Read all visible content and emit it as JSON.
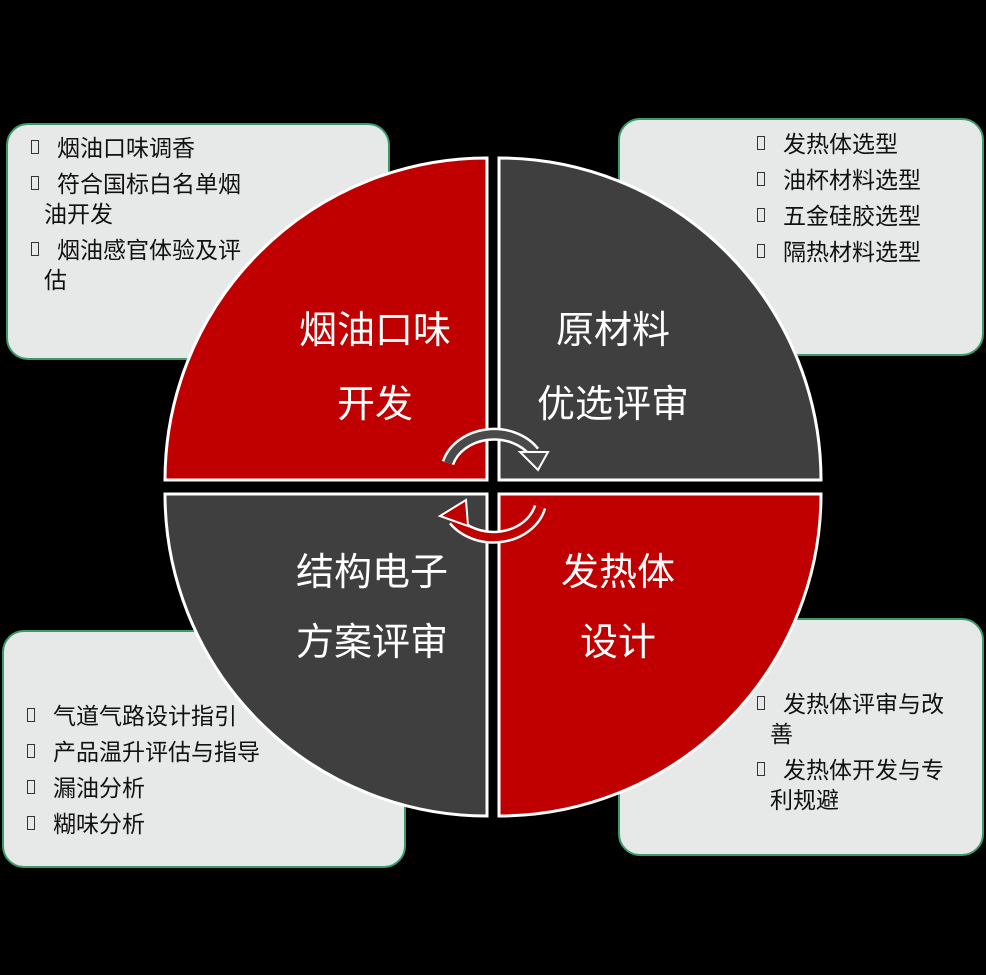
{
  "quadrants": {
    "top_left": {
      "line1": "烟油口味",
      "line2": "开发",
      "color": "#c00000"
    },
    "top_right": {
      "line1": "原材料",
      "line2": "优选评审",
      "color": "#3f3f3f"
    },
    "bottom_left": {
      "line1": "结构电子",
      "line2": "方案评审",
      "color": "#3f3f3f"
    },
    "bottom_right": {
      "line1": "发热体",
      "line2": "设计",
      "color": "#c00000"
    }
  },
  "boxes": {
    "top_left": [
      "烟油口味调香",
      "符合国标白名单烟油开发",
      "烟油感官体验及评估"
    ],
    "top_right": [
      "发热体选型",
      "油杯材料选型",
      "五金硅胶选型",
      "隔热材料选型"
    ],
    "bottom_left": [
      "气道气路设计指引",
      "产品温升评估与指导",
      "漏油分析",
      "糊味分析"
    ],
    "bottom_right": [
      "发热体评审与改善",
      "发热体开发与专利规避"
    ]
  },
  "colors": {
    "red": "#c00000",
    "dark": "#3f3f3f",
    "box_bg": "#e7e8e8",
    "box_border": "#3a9a6a"
  }
}
